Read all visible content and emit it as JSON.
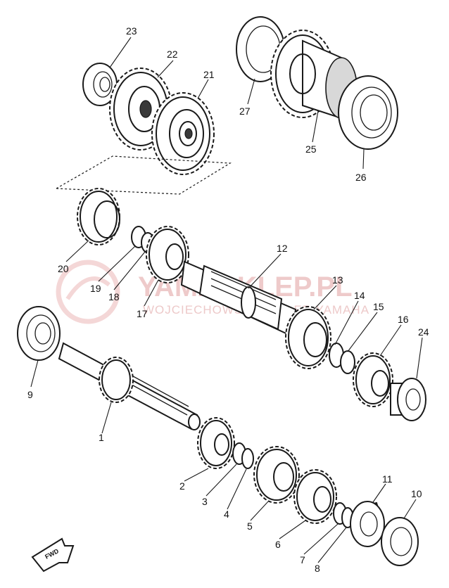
{
  "watermark": {
    "brand": "YAMASKLEP.PL",
    "tagline": "WOJCIECHOWSKI DEALER YAMAHA",
    "color": "#e9b9b9"
  },
  "direction_badge": {
    "text": "FWD"
  },
  "part_numbers": {
    "p1": "1",
    "p2": "2",
    "p3": "3",
    "p4": "4",
    "p5": "5",
    "p6": "6",
    "p7": "7",
    "p8": "8",
    "p9": "9",
    "p10": "10",
    "p11": "11",
    "p12": "12",
    "p13": "13",
    "p14": "14",
    "p15": "15",
    "p16": "16",
    "p17": "17",
    "p18": "18",
    "p19": "19",
    "p20": "20",
    "p21": "21",
    "p22": "22",
    "p23": "23",
    "p24": "24",
    "p25": "25",
    "p26": "26",
    "p27": "27"
  }
}
